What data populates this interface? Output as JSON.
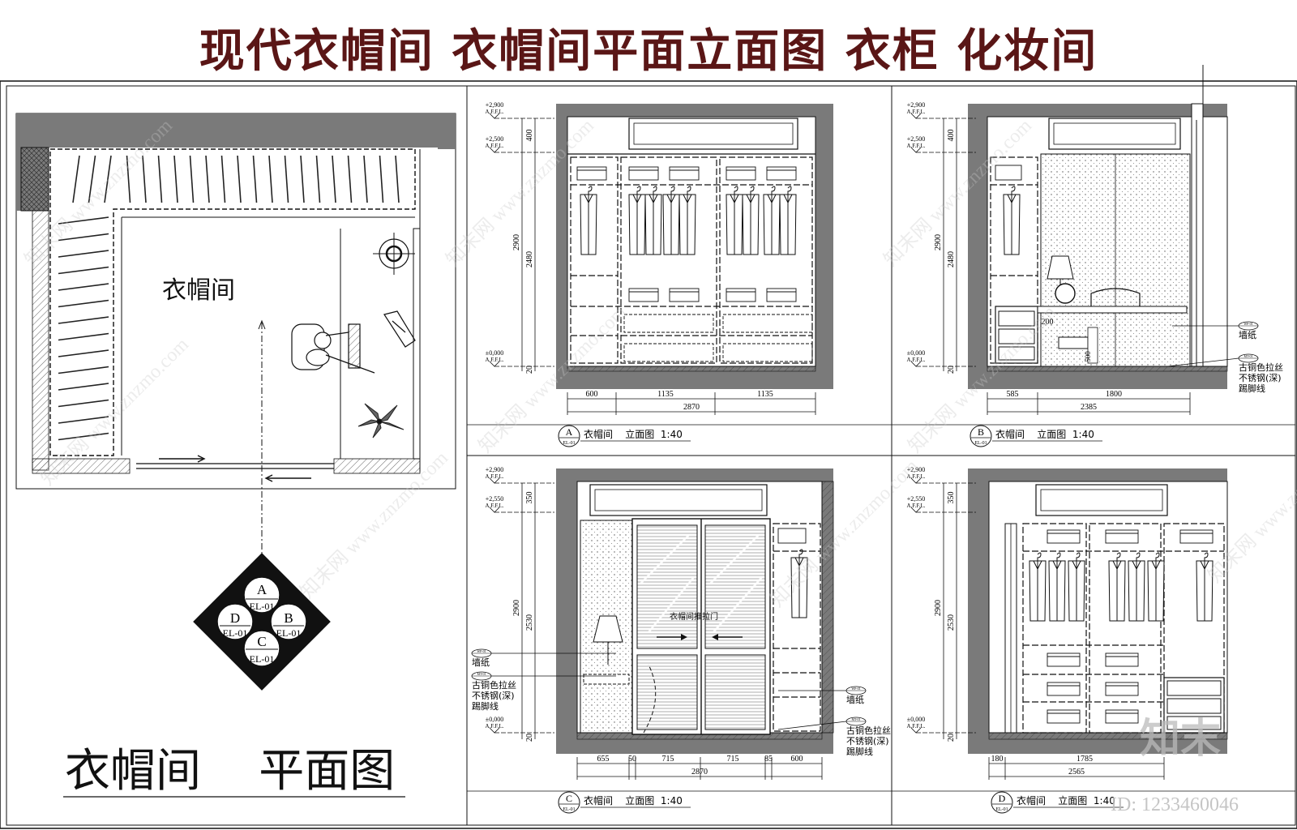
{
  "title": "现代衣帽间  衣帽间平面立面图  衣柜  化妆间",
  "plan": {
    "room_label": "衣帽间",
    "caption": "衣帽间    平面图",
    "index_symbol": {
      "top": "A",
      "right": "B",
      "bottom": "C",
      "left": "D",
      "sheet": "EL-01"
    }
  },
  "elevations": [
    {
      "id": "A",
      "caption_letter": "A",
      "caption_sheet": "EL-01",
      "caption_text": "衣帽间    立面图  1:40",
      "levels": [
        {
          "label": "+2,900",
          "sub": "A.F.F.L."
        },
        {
          "label": "+2,500",
          "sub": "A.F.F.L."
        },
        {
          "label": "±0,000",
          "sub": "A.F.F.L."
        }
      ],
      "vert_dims": [
        "400",
        "2900",
        "2480",
        "20"
      ],
      "horiz_dims": [
        "600",
        "1135",
        "1135"
      ],
      "total": "2870"
    },
    {
      "id": "B",
      "caption_letter": "B",
      "caption_sheet": "EL-01",
      "caption_text": "衣帽间    立面图  1:40",
      "levels": [
        {
          "label": "+2,900",
          "sub": "A.F.F.L."
        },
        {
          "label": "+2,500",
          "sub": "A.F.F.L."
        },
        {
          "label": "±0,000",
          "sub": "A.F.F.L."
        }
      ],
      "vert_dims": [
        "400",
        "2900",
        "2480",
        "20"
      ],
      "horiz_dims": [
        "585",
        "1800"
      ],
      "total": "2385",
      "inner_dims": [
        "200",
        "500"
      ],
      "notes": [
        {
          "tag": "WP-01",
          "text": "墙纸"
        },
        {
          "tag": "MT-01",
          "text": "古铜色拉丝\n不锈钢(深)\n踢脚线"
        }
      ]
    },
    {
      "id": "C",
      "caption_letter": "C",
      "caption_sheet": "EL-01",
      "caption_text": "衣帽间    立面图  1:40",
      "levels": [
        {
          "label": "+2,900",
          "sub": "A.F.F.L."
        },
        {
          "label": "+2,550",
          "sub": "A.F.F.L."
        },
        {
          "label": "±0,000",
          "sub": "A.F.F.L."
        }
      ],
      "vert_dims": [
        "350",
        "2900",
        "2530",
        "20"
      ],
      "horiz_dims": [
        "655",
        "50",
        "715",
        "715",
        "85",
        "600"
      ],
      "total": "2870",
      "door_label": "衣帽间推拉门",
      "notes": [
        {
          "tag": "WP-01",
          "text": "墙纸"
        },
        {
          "tag": "MT-01",
          "text": "古铜色拉丝\n不锈钢(深)\n踢脚线"
        },
        {
          "tag": "WP-01",
          "text": "墙纸"
        },
        {
          "tag": "MT-01",
          "text": "古铜色拉丝\n不锈钢(深)\n踢脚线"
        }
      ]
    },
    {
      "id": "D",
      "caption_letter": "D",
      "caption_sheet": "EL-01",
      "caption_text": "衣帽间    立面图  1:40",
      "levels": [
        {
          "label": "+2,900",
          "sub": "A.F.F.L."
        },
        {
          "label": "+2,550",
          "sub": "A.F.F.L."
        },
        {
          "label": "±0,000",
          "sub": "A.F.F.L."
        }
      ],
      "vert_dims": [
        "350",
        "2900",
        "2530",
        "20"
      ],
      "horiz_dims": [
        "180",
        "1785"
      ],
      "total": "2565"
    }
  ],
  "watermark": {
    "logo": "知末",
    "id_text": "ID: 1233460046",
    "url": "www.znzmo.com",
    "site": "知末网"
  },
  "colors": {
    "title": "#5a1616",
    "wall": "#7a7a7a",
    "line": "#111111"
  }
}
